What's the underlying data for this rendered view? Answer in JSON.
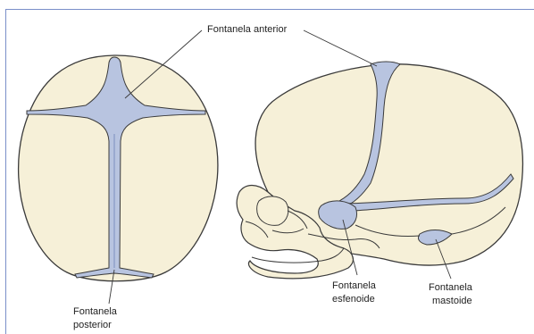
{
  "labels": {
    "anterior": "Fontanela anterior",
    "posterior_line1": "Fontanela",
    "posterior_line2": "posterior",
    "esfenoide_line1": "Fontanela",
    "esfenoide_line2": "esfenoide",
    "mastoide_line1": "Fontanela",
    "mastoide_line2": "mastoide"
  },
  "colors": {
    "bone": "#f6f0d8",
    "fontanelle": "#b8c4e0",
    "outline": "#3a3a3a",
    "frame": "#7a8fc9"
  }
}
